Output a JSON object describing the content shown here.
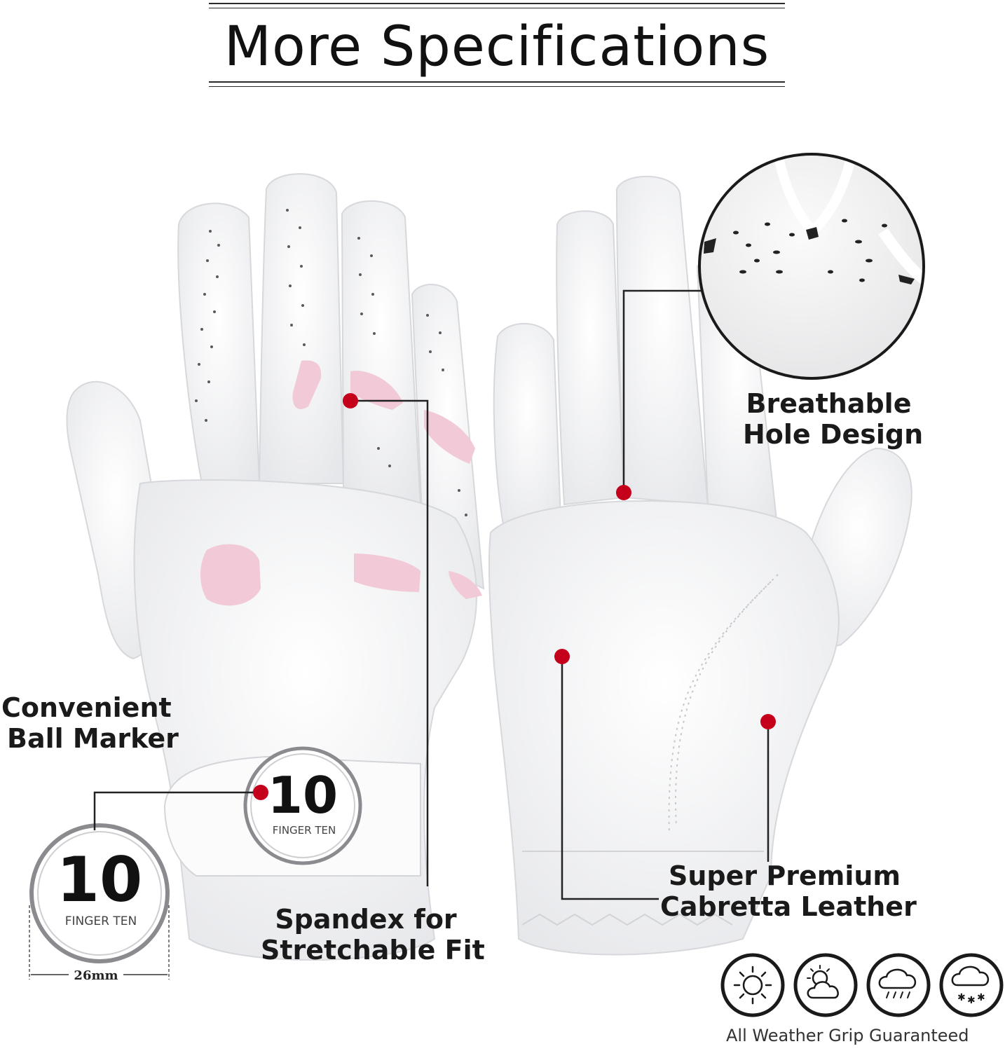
{
  "header": {
    "title": "More Specifications"
  },
  "callouts": {
    "ball_marker": [
      "Convenient",
      "Ball Marker"
    ],
    "spandex": [
      "Spandex for",
      "Stretchable Fit"
    ],
    "breathable": [
      "Breathable",
      "Hole Design"
    ],
    "leather": [
      "Super Premium",
      "Cabretta Leather"
    ]
  },
  "ball_marker": {
    "logo": "10",
    "brand": "FINGER TEN",
    "size_label": "26mm"
  },
  "weather": {
    "icons": [
      "sun-icon",
      "partly-cloudy-icon",
      "rain-icon",
      "snow-icon"
    ],
    "caption": "All Weather Grip Guaranteed"
  },
  "colors": {
    "accent_dot": "#c4001a",
    "pink_patch": "#f2c9d6",
    "glove": "#f7f7f8"
  }
}
